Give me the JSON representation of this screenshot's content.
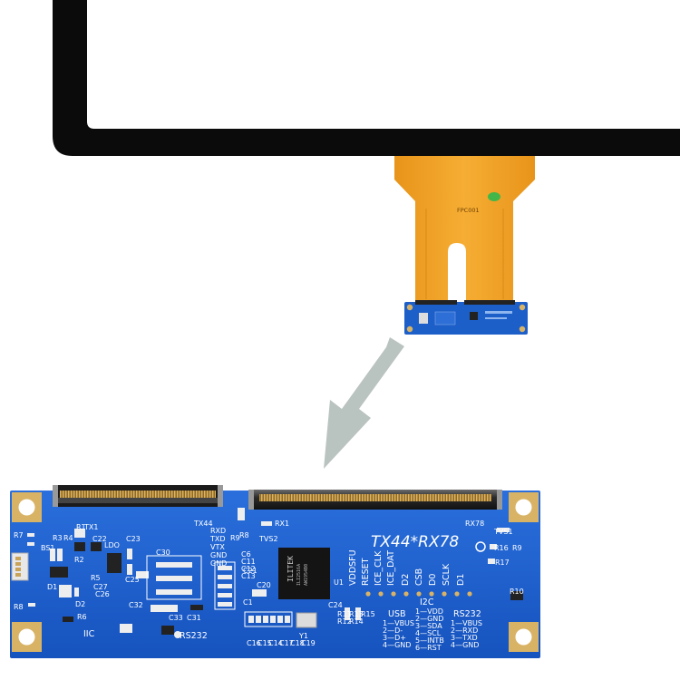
{
  "panel": {
    "fpc_label": "FPC001"
  },
  "chip": {
    "brand": "ILITEK",
    "code1": "ILI2516A",
    "code2": "AW1954B0"
  },
  "board": {
    "title": "TX44*RX78",
    "connector_left_label": "TX1",
    "connector_left_end": "TX44",
    "connector_right_label": "RX1",
    "connector_right_end": "RX78",
    "tvs_labels": [
      "TVS1",
      "TVS2"
    ],
    "ref_left": [
      "R7",
      "R3",
      "R4",
      "R1",
      "R2",
      "BS1",
      "D1",
      "R5",
      "R8",
      "D2",
      "R6"
    ],
    "ref_center": [
      "C25",
      "C27",
      "C26",
      "C30",
      "C32",
      "C33",
      "C31",
      "LDO",
      "C23",
      "C22",
      "C21",
      "C24"
    ],
    "ref_mid": [
      "RXD",
      "TXD",
      "VTX",
      "GND",
      "GND",
      "R8",
      "R9",
      "C6",
      "C11",
      "C12",
      "C13",
      "C20",
      "C1",
      "Y1",
      "U1"
    ],
    "ref_right": [
      "R16",
      "R9",
      "R17",
      "R10",
      "R11",
      "R12",
      "R13",
      "R14",
      "R15"
    ],
    "ref_bottom_caps": [
      "C16",
      "C15",
      "C14",
      "C17",
      "C18",
      "C19"
    ],
    "pin_headers": [
      "VDDSFU",
      "RESET",
      "ICE_CLK",
      "ICE_DAT",
      "D2",
      "CSB",
      "D0",
      "SCLK",
      "D1"
    ],
    "bus_iic": "IIC",
    "bus_rs232_bottom": "RS232",
    "usb": {
      "title": "USB",
      "pins": [
        "1—VBUS",
        "2—D-",
        "3—D+",
        "4—GND"
      ]
    },
    "i2c": {
      "title": "I2C",
      "pins": [
        "1—VDD",
        "2—GND",
        "3—SDA",
        "4—SCL",
        "5—INTB",
        "6—RST"
      ]
    },
    "rs232": {
      "title": "RS232",
      "pins": [
        "1—VBUS",
        "2—RXD",
        "3—TXD",
        "4—GND"
      ]
    }
  },
  "colors": {
    "pcb_blue": "#1d5fc9",
    "bezel_black": "#0b0b0b",
    "fpc_orange": "#f2a224",
    "arrow_gray": "#b9c3bf",
    "gold_pad": "#d9b365"
  }
}
